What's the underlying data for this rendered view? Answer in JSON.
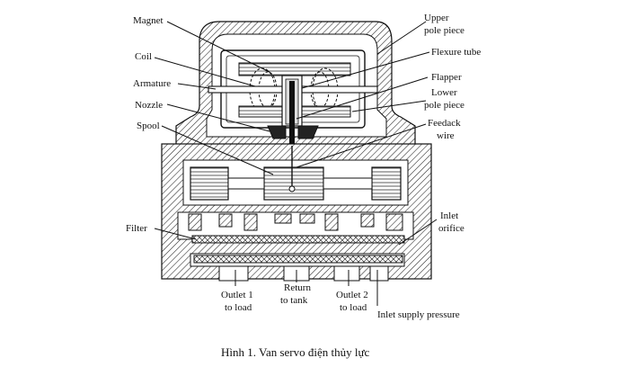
{
  "labels": {
    "magnet": "Magnet",
    "coil": "Coil",
    "armature": "Armature",
    "nozzle": "Nozzle",
    "spool": "Spool",
    "filter": "Filter",
    "upper_pole_1": "Upper",
    "upper_pole_2": "pole piece",
    "flexure_tube": "Flexure tube",
    "flapper": "Flapper",
    "lower_pole_1": "Lower",
    "lower_pole_2": "pole piece",
    "feedback_1": "Feedack",
    "feedback_2": "wire",
    "inlet_orifice_1": "Inlet",
    "inlet_orifice_2": "orifice",
    "outlet1_1": "Outlet 1",
    "outlet1_2": "to load",
    "return_1": "Return",
    "return_2": "to tank",
    "outlet2_1": "Outlet 2",
    "outlet2_2": "to load",
    "inlet_supply": "Inlet supply pressure"
  },
  "caption": "Hình 1. Van servo điện thủy lực"
}
